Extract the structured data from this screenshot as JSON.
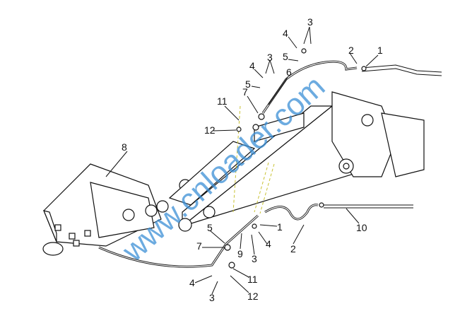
{
  "diagram": {
    "watermark": "www.cnloader.com",
    "callouts": {
      "upper": [
        {
          "id": "u3a",
          "text": "3"
        },
        {
          "id": "u4a",
          "text": "4"
        },
        {
          "id": "u5a",
          "text": "5"
        },
        {
          "id": "u2",
          "text": "2"
        },
        {
          "id": "u1",
          "text": "1"
        },
        {
          "id": "u3b",
          "text": "3"
        },
        {
          "id": "u4b",
          "text": "4"
        },
        {
          "id": "u5b",
          "text": "5"
        },
        {
          "id": "u6",
          "text": "6"
        },
        {
          "id": "u7",
          "text": "7"
        },
        {
          "id": "u11",
          "text": "11"
        },
        {
          "id": "u12",
          "text": "12"
        }
      ],
      "middle": [
        {
          "id": "m8",
          "text": "8"
        },
        {
          "id": "m10",
          "text": "10"
        }
      ],
      "lower": [
        {
          "id": "l1",
          "text": "1"
        },
        {
          "id": "l2",
          "text": "2"
        },
        {
          "id": "l4a",
          "text": "4"
        },
        {
          "id": "l3a",
          "text": "3"
        },
        {
          "id": "l5",
          "text": "5"
        },
        {
          "id": "l7",
          "text": "7"
        },
        {
          "id": "l9",
          "text": "9"
        },
        {
          "id": "l11",
          "text": "11"
        },
        {
          "id": "l12",
          "text": "12"
        },
        {
          "id": "l4b",
          "text": "4"
        },
        {
          "id": "l3b",
          "text": "3"
        }
      ]
    }
  }
}
